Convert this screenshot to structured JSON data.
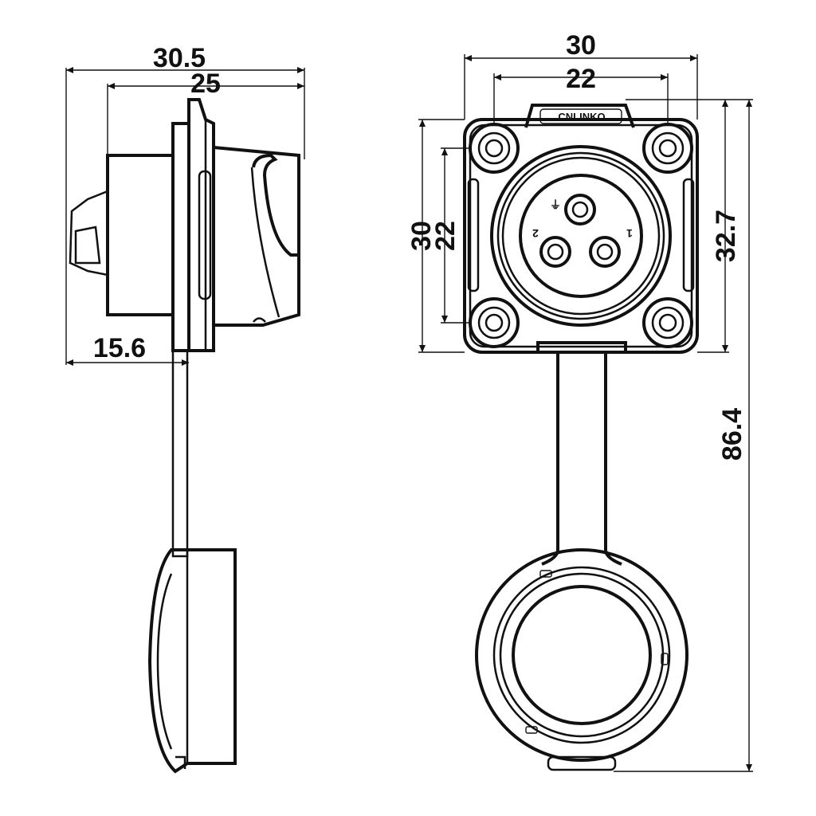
{
  "dimensions": {
    "side_overall_width": "30.5",
    "side_body_width": "25",
    "side_panel_offset": "15.6",
    "front_flange_width": "30",
    "front_hole_spacing_h": "22",
    "front_flange_height": "30",
    "front_hole_spacing_v": "22",
    "front_height_with_tab": "32.7",
    "front_total_length": "86.4"
  },
  "pin_labels": {
    "ground": "⏚",
    "pin1": "1",
    "pin2": "2"
  },
  "logo": {
    "text": "CNLINKO"
  },
  "colors": {
    "line": "#111111",
    "background": "#ffffff"
  }
}
